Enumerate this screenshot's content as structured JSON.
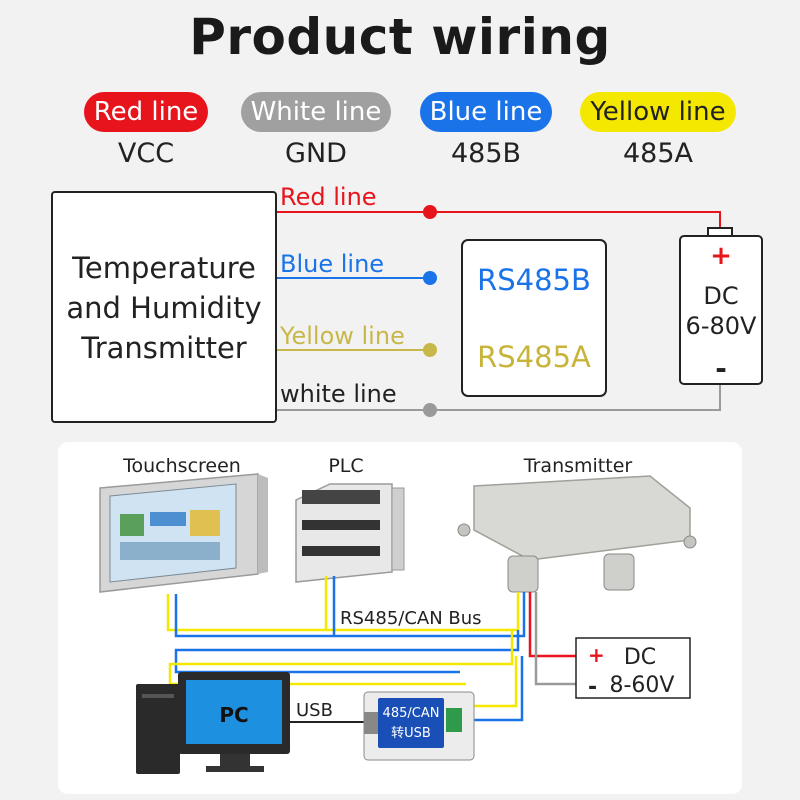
{
  "title": "Product wiring",
  "legend": [
    {
      "label": "Red line",
      "meaning": "VCC",
      "bg": "#e8141c",
      "fg": "#ffffff"
    },
    {
      "label": "White line",
      "meaning": "GND",
      "bg": "#a0a0a0",
      "fg": "#ffffff"
    },
    {
      "label": "Blue line",
      "meaning": "485B",
      "bg": "#1a73e8",
      "fg": "#ffffff"
    },
    {
      "label": "Yellow line",
      "meaning": "485A",
      "bg": "#f4e800",
      "fg": "#222222"
    }
  ],
  "top_diagram": {
    "transmitter_box": [
      "Temperature",
      "and Humidity",
      "Transmitter"
    ],
    "wires": [
      {
        "label": "Red line",
        "color": "#e8141c"
      },
      {
        "label": "Blue line",
        "color": "#1a73e8"
      },
      {
        "label": "Yellow line",
        "color": "#c8b84a"
      },
      {
        "label": "white  line",
        "color": "#9a9a9a"
      }
    ],
    "rs485_box": {
      "b": "RS485B",
      "a": "RS485A"
    },
    "dc_box": {
      "plus": "+",
      "label": "DC",
      "range": "6-80V",
      "minus": "-"
    }
  },
  "bottom_diagram": {
    "touchscreen_label": "Touchscreen",
    "plc_label": "PLC",
    "transmitter_label": "Transmitter",
    "bus_label": "RS485/CAN Bus",
    "pc_label": "PC",
    "usb_label": "USB",
    "converter": [
      "485/CAN",
      "转USB"
    ],
    "dc_box": {
      "plus": "+",
      "minus": "-",
      "label": "DC",
      "range": "8-60V"
    }
  },
  "colors": {
    "red": "#e8141c",
    "blue": "#1a73e8",
    "yellow": "#f4e800",
    "gray": "#9a9a9a",
    "rs485_b_text": "#1a73e8",
    "rs485_a_text": "#c8b43a"
  }
}
